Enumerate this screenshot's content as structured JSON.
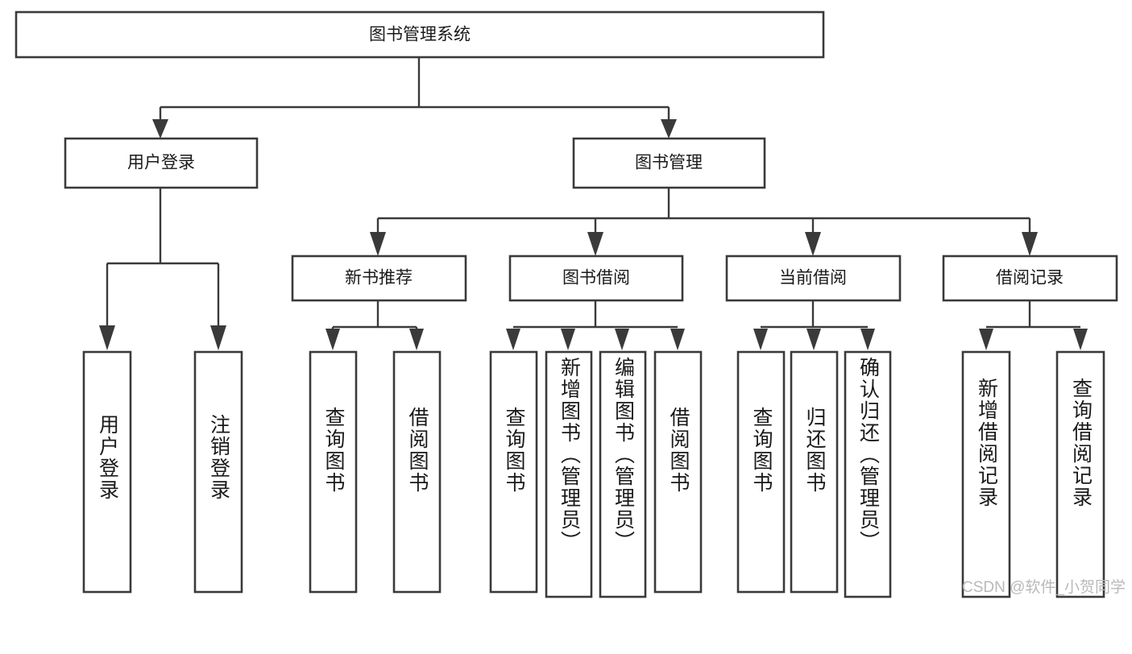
{
  "diagram": {
    "title": "图书管理系统",
    "type": "tree-hierarchy-diagram",
    "root": {
      "label": "图书管理系统"
    },
    "level2": [
      {
        "label": "用户登录"
      },
      {
        "label": "图书管理"
      }
    ],
    "level3": [
      {
        "label": "新书推荐",
        "parent": "图书管理"
      },
      {
        "label": "图书借阅",
        "parent": "图书管理"
      },
      {
        "label": "当前借阅",
        "parent": "图书管理"
      },
      {
        "label": "借阅记录",
        "parent": "图书管理"
      }
    ],
    "leaves": {
      "user_login": [
        {
          "label": "用户登录"
        },
        {
          "label": "注销登录"
        }
      ],
      "new_book_recommend": [
        {
          "label": "查询图书"
        },
        {
          "label": "借阅图书"
        }
      ],
      "book_borrow": [
        {
          "label": "查询图书"
        },
        {
          "label": "新增图书（管理员）"
        },
        {
          "label": "编辑图书（管理员）"
        },
        {
          "label": "借阅图书"
        }
      ],
      "current_borrow": [
        {
          "label": "查询图书"
        },
        {
          "label": "归还图书"
        },
        {
          "label": "确认归还（管理员）"
        }
      ],
      "borrow_record": [
        {
          "label": "新增借阅记录"
        },
        {
          "label": "查询借阅记录"
        }
      ]
    }
  },
  "watermark": {
    "text": "CSDN @软件_小贺同学"
  },
  "colors": {
    "stroke": "#3a3a3a",
    "box_fill": "#ffffff",
    "text": "#1a1a1a",
    "watermark": "#b9b9b9",
    "background": "#ffffff"
  }
}
